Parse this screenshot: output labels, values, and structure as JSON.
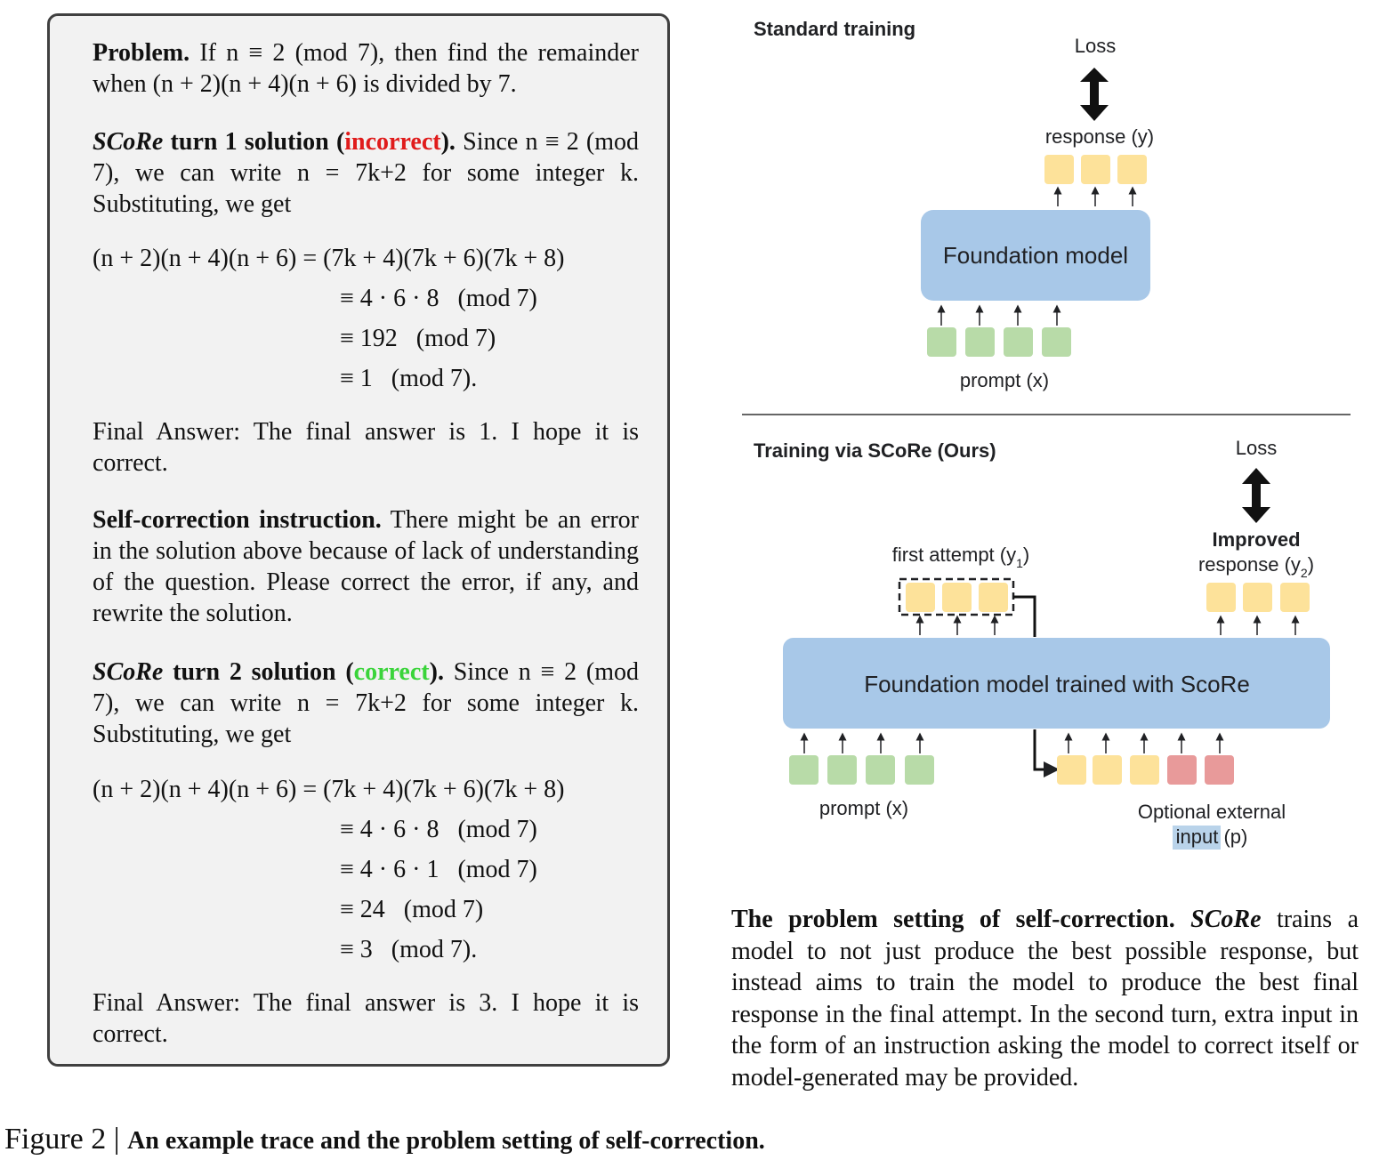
{
  "trace": {
    "problem_label": "Problem.",
    "problem_text": "If n ≡ 2 (mod 7), then find the remainder when (n + 2)(n + 4)(n + 6) is divided by 7.",
    "turn1_label_model": "SCoRe",
    "turn1_label_rest": " turn 1 solution (",
    "turn1_status": "incorrect",
    "turn1_close": ").",
    "turn1_text": "Since n ≡ 2 (mod 7), we can write n = 7k+2 for some integer k. Substituting, we get",
    "turn1_math": [
      "(n + 2)(n + 4)(n + 6) = (7k + 4)(7k + 6)(7k + 8)",
      "≡ 4 · 6 · 8   (mod 7)",
      "≡ 192   (mod 7)",
      "≡ 1   (mod 7)."
    ],
    "turn1_final": "Final Answer: The final answer is 1. I hope it is correct.",
    "instruction_label": "Self-correction instruction.",
    "instruction_text": "There might be an error in the solution above because of lack of understanding of the question. Please correct the error, if any, and rewrite the solution.",
    "turn2_label_model": "SCoRe",
    "turn2_label_rest": " turn 2 solution (",
    "turn2_status": "correct",
    "turn2_close": ").",
    "turn2_text": "Since n ≡ 2 (mod 7), we can write n = 7k+2 for some integer k. Substituting, we get",
    "turn2_math": [
      "(n + 2)(n + 4)(n + 6) = (7k + 4)(7k + 6)(7k + 8)",
      "≡ 4 · 6 · 8   (mod 7)",
      "≡ 4 · 6 · 1   (mod 7)",
      "≡ 24   (mod 7)",
      "≡ 3   (mod 7)."
    ],
    "turn2_final": "Final Answer: The final answer is 3. I hope it is correct."
  },
  "diagram": {
    "standard_title": "Standard training",
    "standard_loss": "Loss",
    "standard_response": "response (y)",
    "standard_model": "Foundation model",
    "standard_prompt": "prompt (x)",
    "score_title": "Training via SCoRe (Ours)",
    "score_loss": "Loss",
    "first_attempt": "first attempt (y",
    "first_attempt_sub": "1",
    "improved_bold": "Improved",
    "improved_rest": "response (y",
    "improved_sub": "2",
    "score_model": "Foundation model trained with ScoRe",
    "score_prompt": "prompt (x)",
    "external_line1": "Optional external",
    "external_word": "input",
    "external_rest": " (p)",
    "colors": {
      "model_box": "#a8c8e8",
      "response_token": "#fde29a",
      "prompt_token": "#b8dba8",
      "external_token": "#e89a9a"
    }
  },
  "caption_right": {
    "bold": "The problem setting of self-correction.",
    "model": "SCoRe",
    "text": " trains a model to not just produce the best possible response, but instead aims to train the model to produce the best final response in the final attempt. In the second turn, extra input in the form of an instruction asking the model to correct itself or model-generated may be provided."
  },
  "figure_caption": {
    "label": "Figure 2 |",
    "text": "An example trace and the problem setting of self-correction."
  }
}
